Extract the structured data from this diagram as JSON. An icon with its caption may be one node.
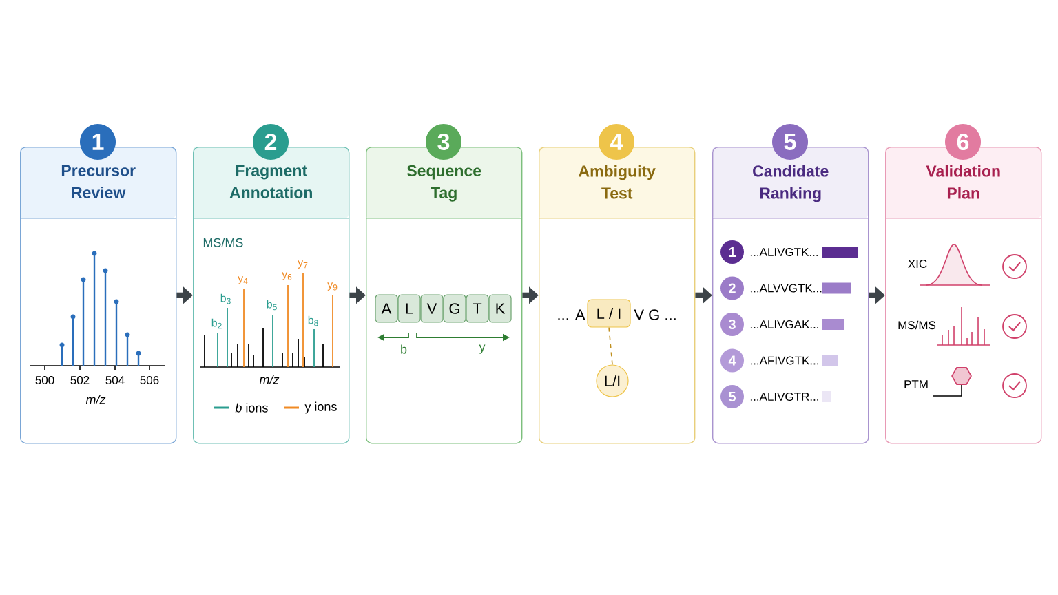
{
  "diagram": {
    "nodes": [
      {
        "text": [
          "1"
        ]
      },
      {
        "text": [
          "Precursor Review"
        ]
      },
      {
        "text": [
          "2"
        ]
      },
      {
        "text": [
          "Fragment Annotation"
        ]
      },
      {
        "text": [
          "3"
        ]
      },
      {
        "text": [
          "Sequence Tag"
        ]
      },
      {
        "text": [
          "A"
        ],
        "in": 5
      },
      {
        "text": [
          "L"
        ],
        "in": 5
      },
      {
        "text": [
          "V"
        ],
        "in": 5
      },
      {
        "text": [
          "G"
        ],
        "in": 5
      },
      {
        "text": [
          "T"
        ],
        "in": 5
      },
      {
        "text": [
          "K"
        ],
        "in": 5
      },
      {
        "text": [
          "4"
        ]
      },
      {
        "text": [
          "Ambiguity Test"
        ]
      },
      {
        "text": [
          "L / I"
        ],
        "in": 13
      },
      {
        "text": [
          "L/I"
        ],
        "in": 13
      },
      {
        "text": [
          "5"
        ]
      },
      {
        "text": [
          "Candidate Ranking"
        ]
      },
      {
        "text": [
          "1"
        ],
        "in": 17
      },
      {
        "text": [
          "2"
        ],
        "in": 17
      },
      {
        "text": [
          "3"
        ],
        "in": 17
      },
      {
        "text": [
          "4"
        ],
        "in": 17
      },
      {
        "text": [
          "5"
        ],
        "in": 17
      },
      {
        "text": [
          "6"
        ]
      },
      {
        "text": [
          "Validation Plan"
        ]
      }
    ],
    "edges": [
      {
        "from": 1,
        "to": 3,
        "arrow": "to"
      },
      {
        "from": 3,
        "to": 5,
        "arrow": "to"
      },
      {
        "from": 5,
        "to": 13,
        "arrow": "to"
      },
      {
        "from": 13,
        "to": 17,
        "arrow": "to"
      },
      {
        "from": 17,
        "to": 24,
        "arrow": "to"
      },
      {
        "from": 14,
        "to": 15,
        "arrow": "none",
        "style": "dashed",
        "color": "#c09020"
      }
    ],
    "labels": [
      "500",
      "502",
      "504",
      "506",
      "m/z",
      "MS/MS",
      "y$_{7}$",
      "y$_{4}$",
      "y$_{6}$",
      "y$_{9}$",
      "b$_{3}$",
      "b$_{5}$",
      "b$_{2}$",
      "b$_{8}$",
      "m/z",
      "b",
      "y",
      "... A",
      "V G ...",
      "...ALIVGTK...",
      "...ALVVGTK...",
      "...ALIVGAK...",
      "...AFIVGTK...",
      "...ALIVGTR...",
      "XIC",
      "MS/MS",
      "PTM"
    ],
    "legend": [
      {
        "text": "*b* ions"
      },
      {
        "text": "y ions"
      }
    ]
  }
}
